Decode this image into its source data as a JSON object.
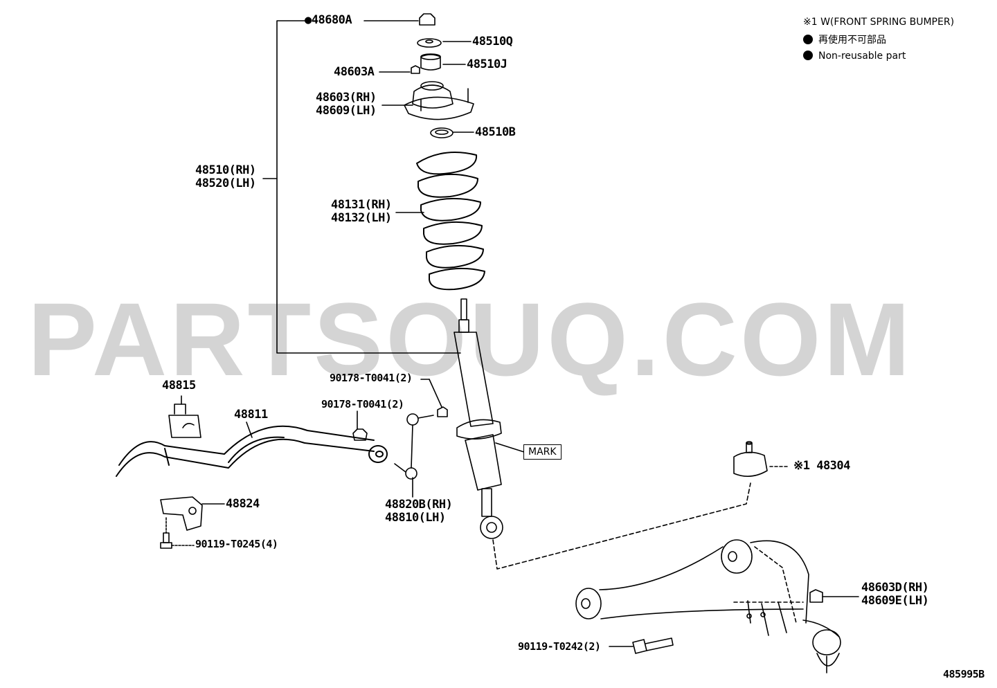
{
  "watermark": "PARTSOUQ.COM",
  "legend": {
    "note": "※1 W(FRONT SPRING BUMPER)",
    "jp": "再使用不可部品",
    "en": "Non-reusable part"
  },
  "labels": {
    "p48680A": "●48680A",
    "p48510Q": "48510Q",
    "p48603A": "48603A",
    "p48510J": "48510J",
    "p48603RH": "48603(RH)",
    "p48609LH": "48609(LH)",
    "p48510B": "48510B",
    "p48510RH": "48510(RH)",
    "p48520LH": "48520(LH)",
    "p48131RH": "48131(RH)",
    "p48132LH": "48132(LH)",
    "p90178a": "90178-T0041(2)",
    "p90178b": "90178-T0041(2)",
    "p48815": "48815",
    "p48811": "48811",
    "mark": "MARK",
    "p48304": "※1 48304",
    "p48824": "48824",
    "p48820B": "48820B(RH)",
    "p48810": "48810(LH)",
    "p90119a": "90119-T0245(4)",
    "p48603D": "48603D(RH)",
    "p48609E": "48609E(LH)",
    "p90119b": "90119-T0242(2)",
    "diagram_id": "485995B"
  },
  "colors": {
    "line": "#000000",
    "watermark": "#d4d4d4",
    "background": "#ffffff"
  }
}
